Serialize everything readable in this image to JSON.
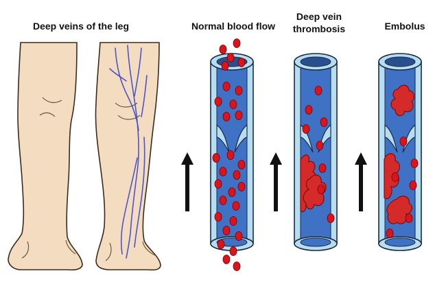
{
  "titles": {
    "legs": "Deep veins of the leg",
    "normal": "Normal blood flow",
    "dvt_line1": "Deep vein",
    "dvt_line2": "thrombosis",
    "embolus": "Embolus"
  },
  "colors": {
    "skin": "#f3dcc0",
    "skin_shadow": "#e2c29e",
    "vein_line": "#4b54c8",
    "vessel_wall": "#b7def0",
    "vessel_lumen": "#3f72c4",
    "blood_cell": "#d8141c",
    "clot": "#d52a2a",
    "arrow": "#111111"
  },
  "icons": {
    "flow_arrow": "up-arrow-icon"
  }
}
